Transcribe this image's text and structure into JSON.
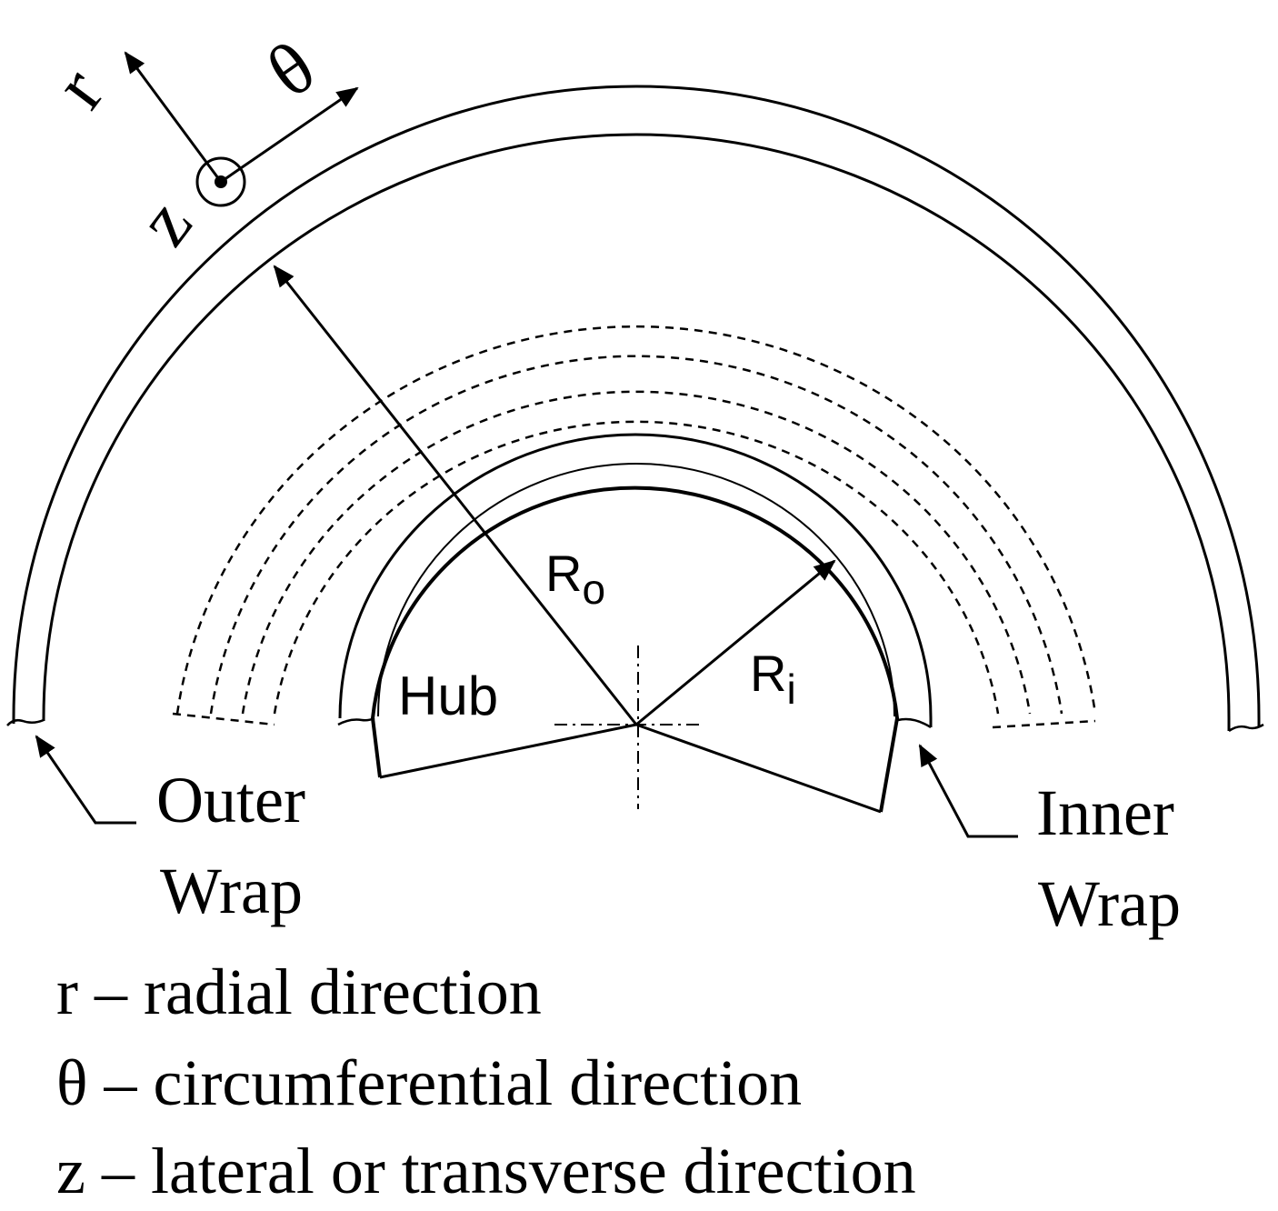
{
  "axes": {
    "r": "r",
    "theta": "θ",
    "z": "z"
  },
  "labels": {
    "hub": "Hub",
    "outer_radius_main": "R",
    "outer_radius_sub": "o",
    "inner_radius_main": "R",
    "inner_radius_sub": "i",
    "outer_wrap_line1": "Outer",
    "outer_wrap_line2": "Wrap",
    "inner_wrap_line1": "Inner",
    "inner_wrap_line2": "Wrap"
  },
  "legend": [
    "r – radial direction",
    "θ – circumferential direction",
    "z – lateral or transverse direction"
  ]
}
